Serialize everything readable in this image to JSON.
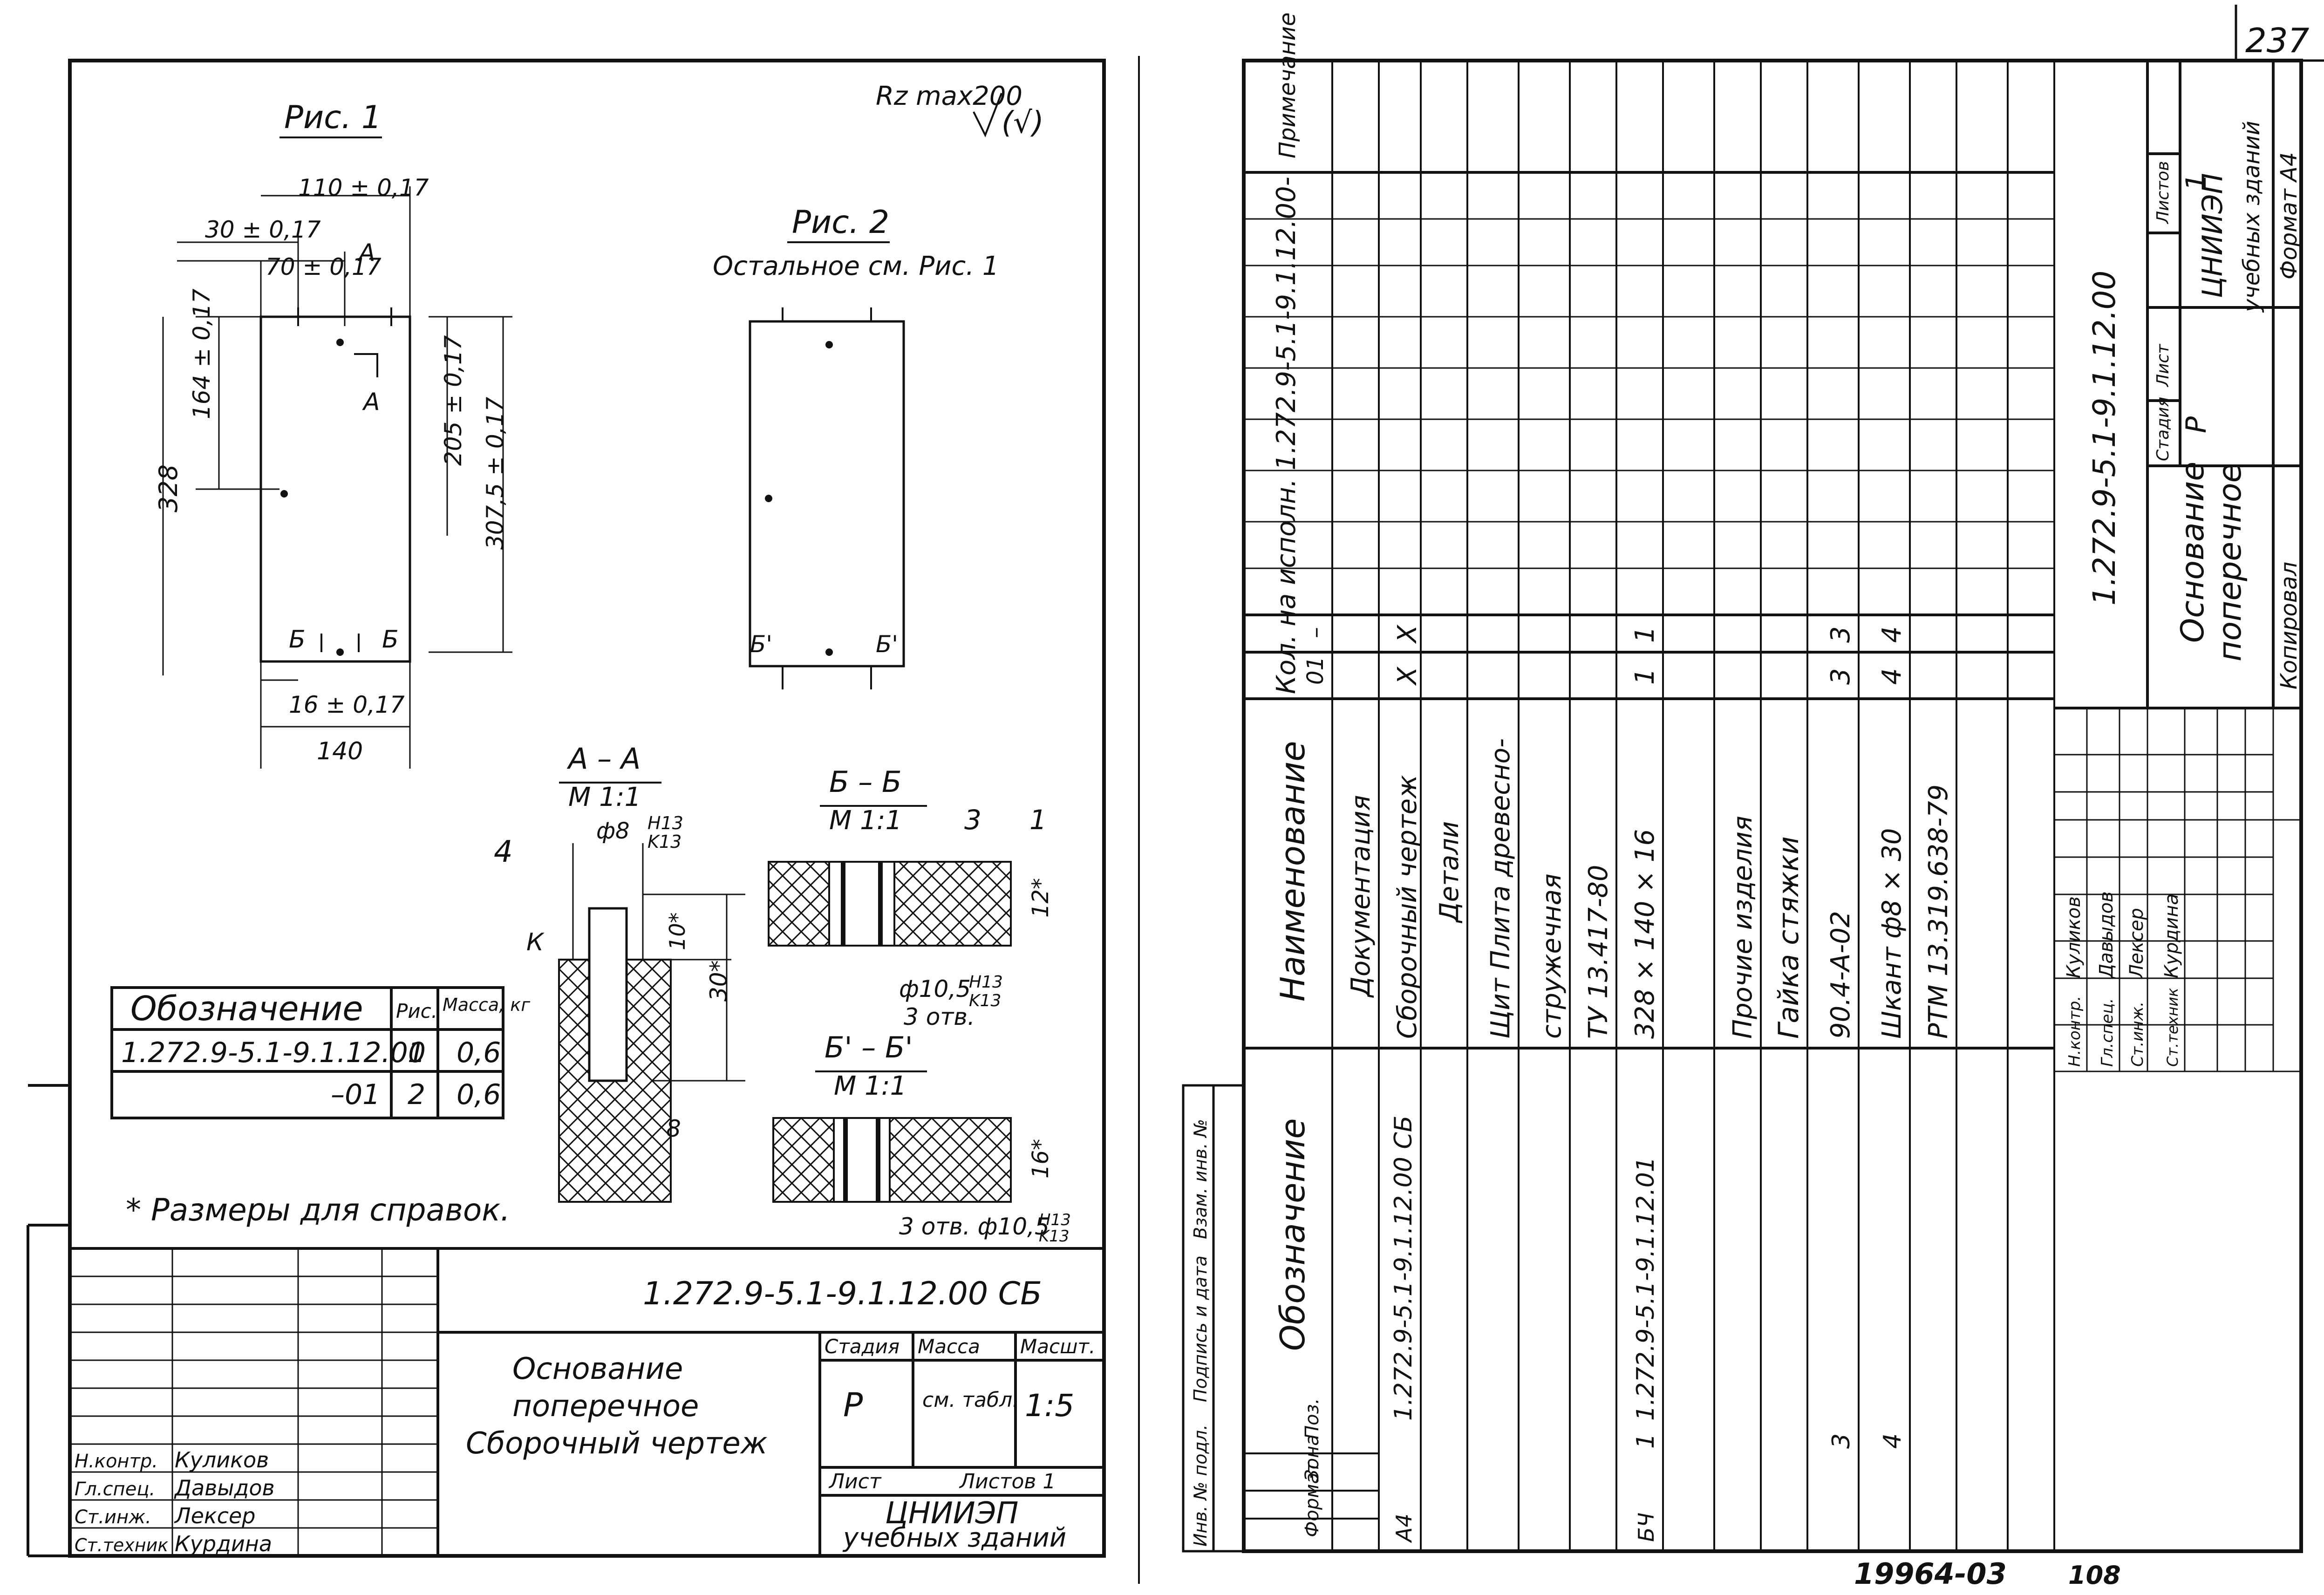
{
  "page_number": "237",
  "left_sheet": {
    "roughness": "Rz max200",
    "roughness_suffix": "(√)",
    "fig1": {
      "title": "Рис. 1",
      "dims": {
        "d110": "110 ± 0,17",
        "d30": "30 ± 0,17",
        "d70": "70 ± 0,17",
        "d164": "164 ± 0,17",
        "d328": "328",
        "d205": "205 ± 0,17",
        "d3075": "307,5 ± 0,17",
        "d16": "16 ± 0,17",
        "d140": "140"
      },
      "section_a": "А",
      "section_b": "Б"
    },
    "fig2": {
      "title": "Рис. 2",
      "note": "Остальное см. Рис. 1",
      "section_b_prime": "Б'"
    },
    "section_aa": {
      "title": "А – А",
      "scale": "М 1:1",
      "hole": "ф8",
      "tol_top": "H13",
      "tol_bottom": "K13",
      "pos4": "4",
      "weld": "К",
      "d10": "10*",
      "d30": "30*",
      "d8": "8"
    },
    "section_bb": {
      "title": "Б – Б",
      "scale": "М 1:1",
      "pos3": "3",
      "pos1": "1",
      "d12": "12*",
      "hole": "ф10,5",
      "tol_top": "H13",
      "tol_bottom": "K13",
      "holes": "3 отв."
    },
    "section_bpbp": {
      "title": "Б' – Б'",
      "scale": "М 1:1",
      "d16": "16*",
      "holes": "3 отв. ф10,5",
      "tol_top": "H13",
      "tol_bottom": "K13"
    },
    "table": {
      "headers": [
        "Обозначение",
        "Рис.",
        "Масса, кг"
      ],
      "rows": [
        [
          "1.272.9-5.1-9.1.12.00",
          "1",
          "0,6"
        ],
        [
          "–01",
          "2",
          "0,6"
        ]
      ]
    },
    "note": "* Размеры для справок.",
    "title_block": {
      "code": "1.272.9-5.1-9.1.12.00 СБ",
      "name_lines": [
        "Основание",
        "поперечное",
        "Сборочный чертеж"
      ],
      "stage_label": "Стадия",
      "mass_label": "Масса",
      "scale_label": "Масшт.",
      "stage": "Р",
      "mass": "см. табл.",
      "scale": "1:5",
      "sheet_label": "Лист",
      "sheets_label": "Листов 1",
      "org": "ЦНИИЭП",
      "org2": "учебных зданий",
      "people": [
        [
          "Н.контр.",
          "Куликов"
        ],
        [
          "Гл.спец.",
          "Давыдов"
        ],
        [
          "Ст.инж.",
          "Лексер"
        ],
        [
          "Ст.техник",
          "Курдина"
        ]
      ]
    }
  },
  "right_sheet": {
    "headers": {
      "format": "Формат",
      "zone": "Зона",
      "pos": "Поз.",
      "designation": "Обозначение",
      "name": "Наименование",
      "qty": "Кол. на исполн. 1.272.9-5.1-9.1.12.00-",
      "var1": "–",
      "var2": "01",
      "note": "Примечание"
    },
    "rows": [
      {
        "format": "А4",
        "pos": "",
        "designation": "1.272.9-5.1-9.1.12.00 СБ",
        "name": "Документация",
        "heading": true,
        "q1": "",
        "q2": ""
      },
      {
        "format": "",
        "pos": "",
        "designation": "",
        "name": "Сборочный чертеж",
        "heading": false,
        "q1": "Х",
        "q2": "Х"
      },
      {
        "format": "",
        "pos": "",
        "designation": "",
        "name": "Детали",
        "heading": true,
        "q1": "",
        "q2": ""
      },
      {
        "format": "",
        "pos": "",
        "designation": "",
        "name": "Щит Плита древесно-",
        "heading": false,
        "q1": "",
        "q2": ""
      },
      {
        "format": "",
        "pos": "",
        "designation": "",
        "name": "стружечная",
        "heading": false,
        "q1": "",
        "q2": ""
      },
      {
        "format": "",
        "pos": "",
        "designation": "",
        "name": "ТУ 13.417-80",
        "heading": false,
        "q1": "",
        "q2": ""
      },
      {
        "format": "БЧ",
        "pos": "1",
        "designation": "1.272.9-5.1-9.1.12.01",
        "name": "328 × 140 × 16",
        "heading": false,
        "q1": "1",
        "q2": "1"
      },
      {
        "format": "",
        "pos": "",
        "designation": "",
        "name": "",
        "heading": false,
        "q1": "",
        "q2": ""
      },
      {
        "format": "",
        "pos": "",
        "designation": "",
        "name": "Прочие изделия",
        "heading": true,
        "q1": "",
        "q2": ""
      },
      {
        "format": "",
        "pos": "",
        "designation": "",
        "name": "Гайка стяжки",
        "heading": false,
        "q1": "",
        "q2": ""
      },
      {
        "format": "",
        "pos": "3",
        "designation": "",
        "name": "90.4-А-02",
        "heading": false,
        "q1": "3",
        "q2": "3"
      },
      {
        "format": "",
        "pos": "4",
        "designation": "",
        "name": "Шкант ф8 × 30",
        "heading": false,
        "q1": "4",
        "q2": "4"
      },
      {
        "format": "",
        "pos": "",
        "designation": "",
        "name": "РТМ 13.319.638-79",
        "heading": false,
        "q1": "",
        "q2": ""
      }
    ],
    "title_block": {
      "code": "1.272.9-5.1-9.1.12.00",
      "name_lines": [
        "Основание",
        "поперечное"
      ],
      "stage_label": "Стадия",
      "sheet_label": "Лист",
      "sheets_label": "Листов",
      "stage": "Р",
      "sheets": "1",
      "org": "ЦНИИЭП",
      "org2": "учебных зданий",
      "copied": "Копировал",
      "format": "Формат А4",
      "people": [
        [
          "Н.контр.",
          "Куликов"
        ],
        [
          "Гл.спец.",
          "Давыдов"
        ],
        [
          "Ст.инж.",
          "Лексер"
        ],
        [
          "Ст.техник",
          "Курдина"
        ]
      ]
    },
    "side_labels": [
      "Инв. № подл.",
      "Подпись и дата",
      "Взам. инв. №"
    ],
    "footer_number": "19964-03",
    "footer_page": "108"
  }
}
